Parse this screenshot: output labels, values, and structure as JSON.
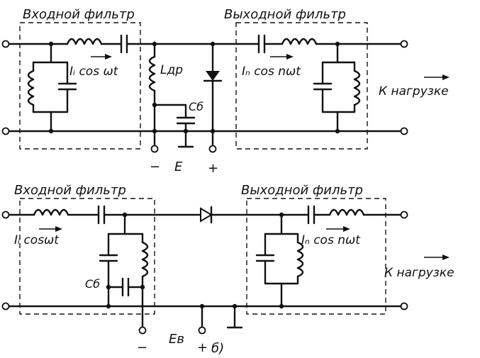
{
  "diagram_a": {
    "input_filter_label": "Входной фильтр",
    "output_filter_label": "Выходной фильтр",
    "input_current_label": "Iᵢ cos ωt",
    "output_current_label": "Iₙ cos nωt",
    "choke_label": "Lдр",
    "cap_label": "Cб",
    "load_label": "К нагрузке",
    "minus_label": "−",
    "supply_label": "E",
    "plus_label": "+"
  },
  "diagram_b": {
    "input_filter_label": "Входной фильтр",
    "output_filter_label": "Выходной фильтр",
    "input_current_label": "Iᵢ cosωt",
    "output_current_label": "Iₙ cos nωt",
    "cap_label": "Cб",
    "load_label": "К нагрузке",
    "minus_label": "−",
    "supply_label": "Eв",
    "plus_label": "+",
    "figure_tag": "б)"
  }
}
